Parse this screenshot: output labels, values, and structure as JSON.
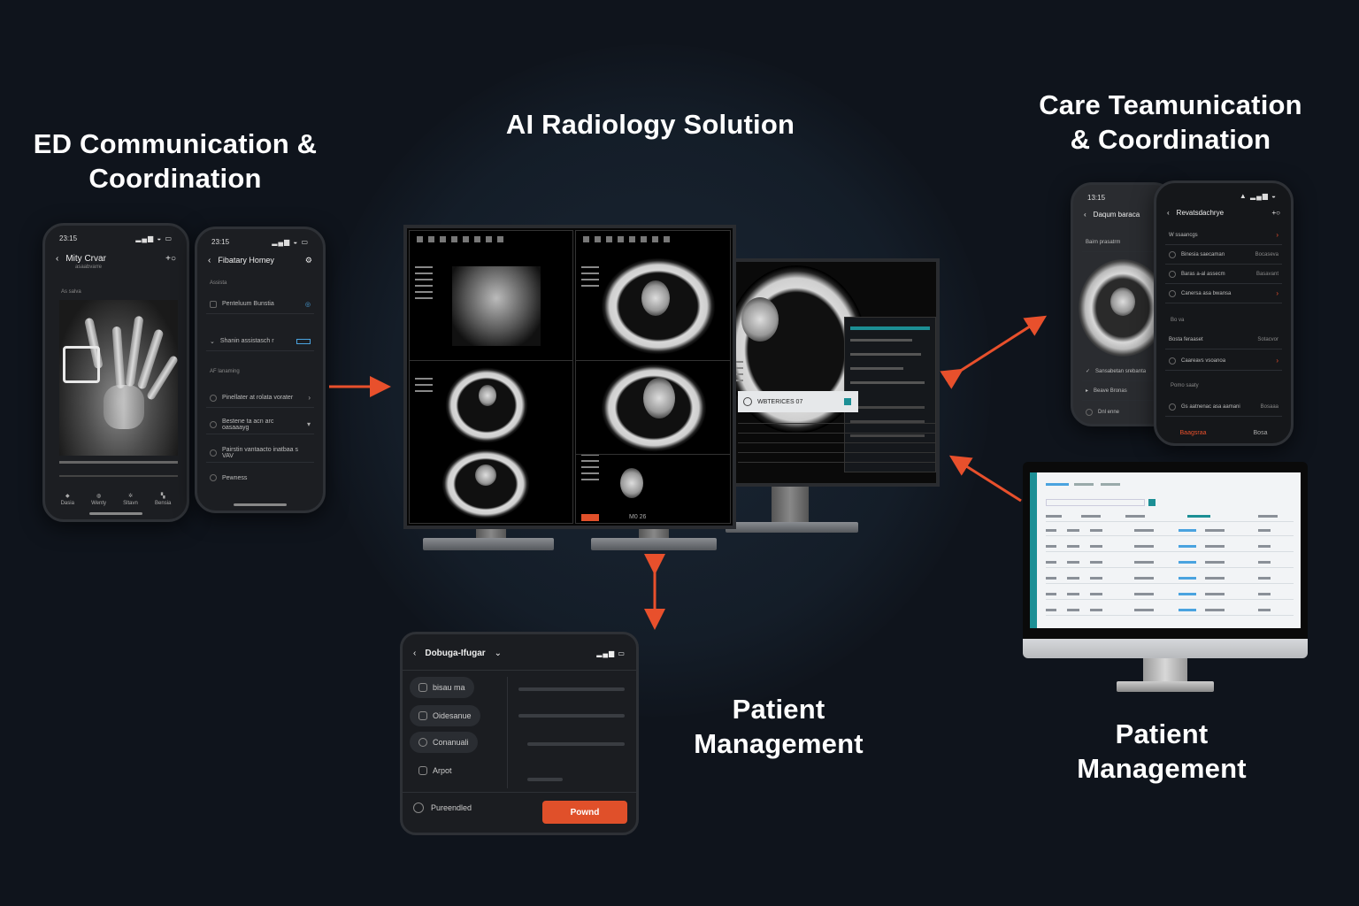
{
  "headings": {
    "ed": "ED Communication & Coordination",
    "ai": "AI Radiology Solution",
    "care": "Care Teamunication & Coordination",
    "patient_center": "Patient Management",
    "patient_right": "Patient Management"
  },
  "phone_ed": {
    "time": "23:15",
    "title": "Mity Crvar",
    "subtitle": "asaabvarre",
    "section": "As salva",
    "nav": [
      "Dasia",
      "Wenty",
      "Sltavn",
      "Bensia"
    ]
  },
  "phone_fib": {
    "time": "23:15",
    "title": "Fibatary Homey",
    "section1": "Assista",
    "rows1": [
      "Penteluum Bunstia",
      "Shanin assistasch r"
    ],
    "section2": "AF lanaming",
    "rows2": [
      "Pinellater at rolata vorater",
      "Bestene ta acn arc oasaaayg",
      "Pairstin vantaacto inatbaa s VAV",
      "Pewness"
    ]
  },
  "monitor_main": {
    "footer": "M0 26"
  },
  "monitor_side": {
    "card_title": "WBTERICES 07"
  },
  "tablet": {
    "title": "Dobuga-Ifugar",
    "buttons": [
      "bisau ma",
      "Oidesanue",
      "Conanuali",
      "Arpot"
    ],
    "footer_label": "Pureendled",
    "cta": "Pownd"
  },
  "phone_care_back": {
    "time": "13:15",
    "title": "Daqum baraca",
    "rows": [
      "Bairn prasatrm",
      "Sansabetan srebanta",
      "Beave Bronas",
      "Dnl enne"
    ]
  },
  "phone_care_front": {
    "title": "Revatsdachrye",
    "rows": [
      {
        "label": "W ssaancgs",
        "value": ""
      },
      {
        "label": "Binesia saecaman",
        "value": "Bocaseva"
      },
      {
        "label": "Baras a-al assecm",
        "value": "Basavant"
      },
      {
        "label": "Canersa asa bwansa",
        "value": ""
      },
      {
        "label": "Bosta feraaset",
        "value": "Sotacvor"
      },
      {
        "label": "Caareavs vsoanoa",
        "value": ""
      },
      {
        "label": "Gs aatnenac asa aamani",
        "value": "Bosaaa"
      }
    ],
    "section": "Bo va",
    "section2": "Pomo saaty",
    "footer_left": "Baagsraa",
    "footer_right": "Bosa"
  },
  "colors": {
    "accent": "#e8502c",
    "bg": "#0f141c",
    "teal": "#1c8f95"
  }
}
